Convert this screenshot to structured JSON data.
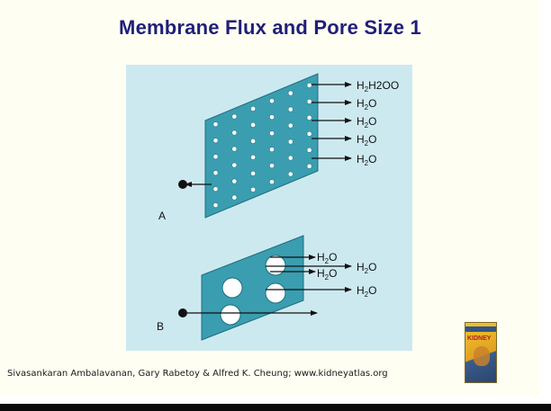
{
  "title": "Membrane Flux and Pore Size 1",
  "panels": {
    "a": {
      "label": "A",
      "water_outputs": [
        "H2O",
        "H2O",
        "H2O",
        "H2O",
        "H2O"
      ]
    },
    "b": {
      "label": "B",
      "water_outputs": [
        "H2O",
        "H2O",
        "H2O",
        "H2O"
      ]
    }
  },
  "credit": "Sivasankaran Ambalavanan, Gary Rabetoy & Alfred K. Cheung; www.kidneyatlas.org",
  "book_cover": {
    "label": "KIDNEY"
  },
  "colors": {
    "membrane": "#3a9db0",
    "background": "#cde9f0",
    "slide": "#fefef2",
    "title": "#1f1f7a"
  }
}
